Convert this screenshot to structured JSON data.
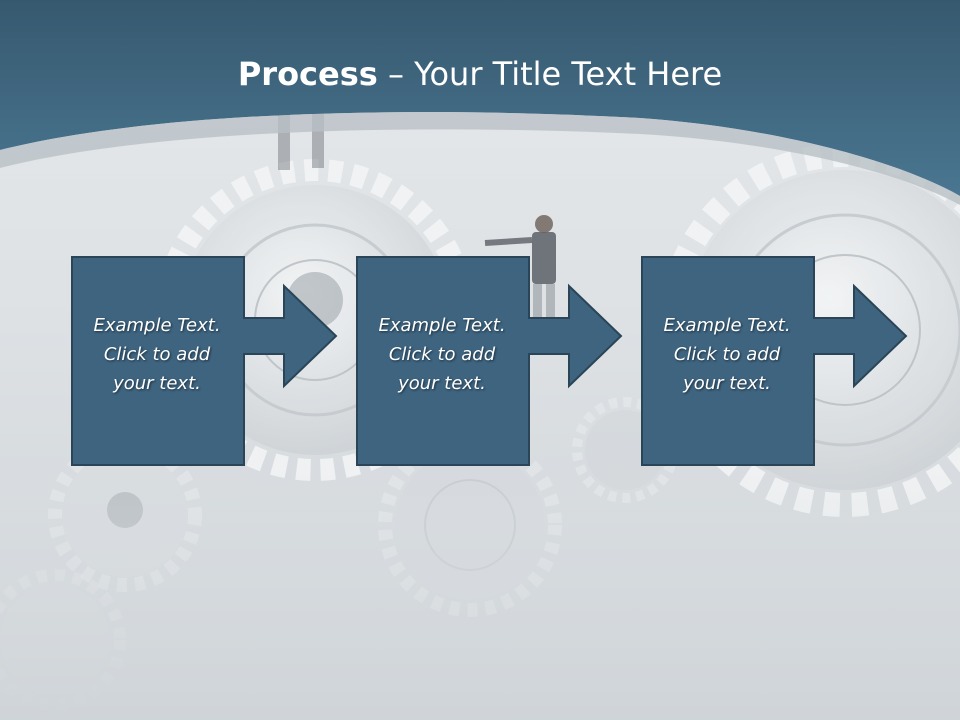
{
  "slide": {
    "title_bold": "Process",
    "title_rest": " – Your Title Text Here"
  },
  "steps": [
    {
      "lines": [
        "Example Text.",
        "Click  to add",
        "your text."
      ]
    },
    {
      "lines": [
        "Example Text.",
        "Click  to add",
        "your text."
      ]
    },
    {
      "lines": [
        "Example Text.",
        "Click  to add",
        "your text."
      ]
    }
  ],
  "colors": {
    "header": "#3e6882",
    "step_fill": "#3e6480",
    "step_border": "#2a4557",
    "background": "#dfe3e6"
  }
}
